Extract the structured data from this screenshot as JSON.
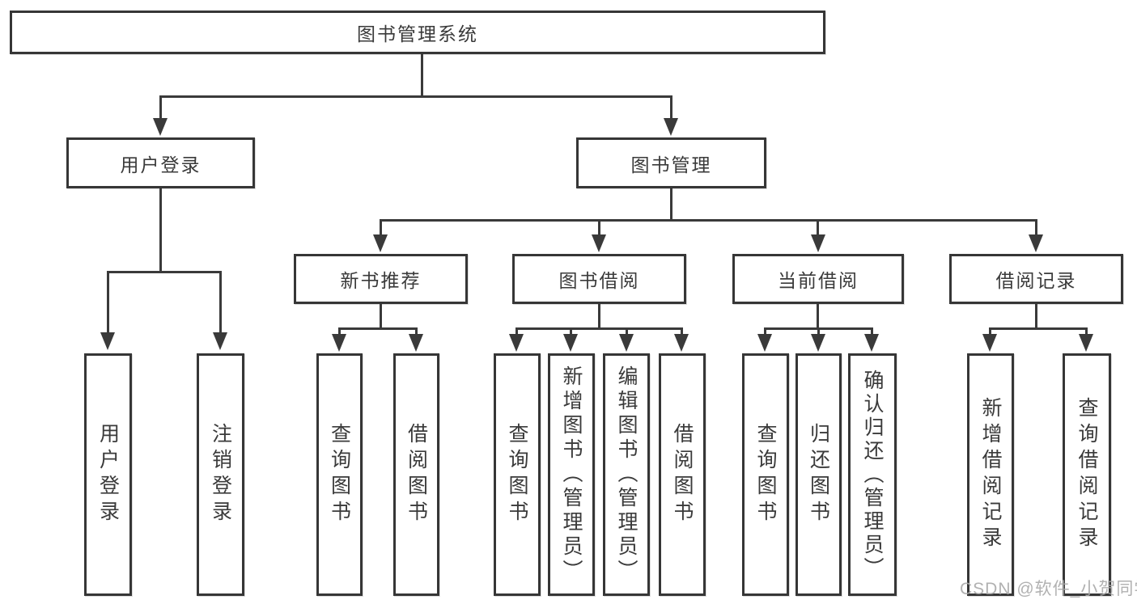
{
  "tree": {
    "root": {
      "label": "图书管理系统",
      "children": [
        {
          "label": "用户登录",
          "children": [
            {
              "label": "用户登录"
            },
            {
              "label": "注销登录"
            }
          ]
        },
        {
          "label": "图书管理",
          "children": [
            {
              "label": "新书推荐",
              "children": [
                {
                  "label": "查询图书"
                },
                {
                  "label": "借阅图书"
                }
              ]
            },
            {
              "label": "图书借阅",
              "children": [
                {
                  "label": "查询图书"
                },
                {
                  "label": "新增图书（管理员）"
                },
                {
                  "label": "编辑图书（管理员）"
                },
                {
                  "label": "借阅图书"
                }
              ]
            },
            {
              "label": "当前借阅",
              "children": [
                {
                  "label": "查询图书"
                },
                {
                  "label": "归还图书"
                },
                {
                  "label": "确认归还（管理员）"
                }
              ]
            },
            {
              "label": "借阅记录",
              "children": [
                {
                  "label": "新增借阅记录"
                },
                {
                  "label": "查询借阅记录"
                }
              ]
            }
          ]
        }
      ]
    }
  },
  "watermark": {
    "text": "CSDN @软件_小贺同学"
  },
  "colors": {
    "line": "#3a3a3a",
    "border": "#363636",
    "text": "#3a3a3a",
    "background": "#ffffff",
    "watermark": "#a8a8a8"
  }
}
